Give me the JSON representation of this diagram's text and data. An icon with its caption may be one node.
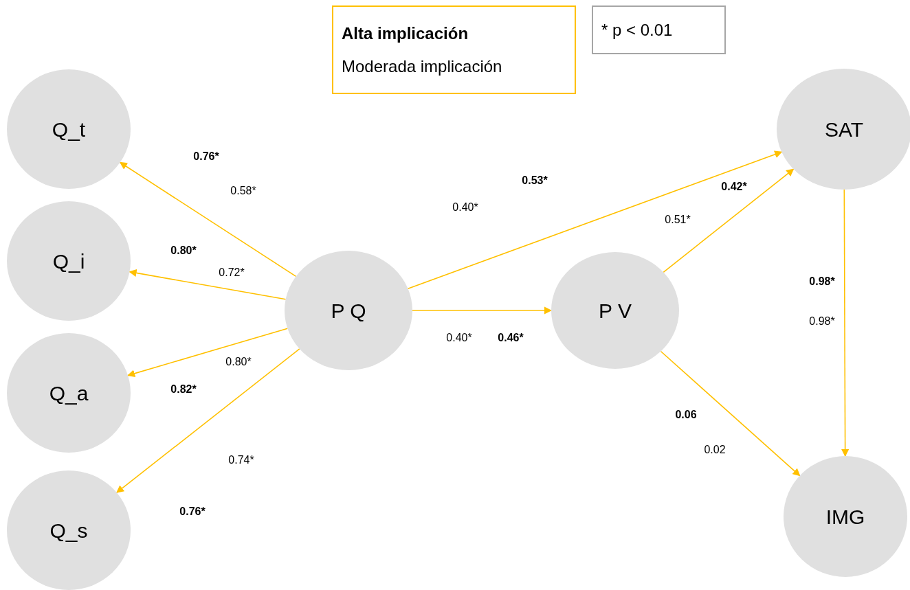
{
  "diagram": {
    "nodes": [
      {
        "text": [
          "Q_t"
        ]
      },
      {
        "text": [
          "Q_i"
        ]
      },
      {
        "text": [
          "Q_a"
        ]
      },
      {
        "text": [
          "Q_s"
        ]
      },
      {
        "text": [
          "P Q"
        ]
      },
      {
        "text": [
          "P V"
        ]
      },
      {
        "text": [
          "SAT"
        ]
      },
      {
        "text": [
          "IMG"
        ]
      },
      {
        "text": [
          "Alta implicación",
          "Moderada implicación"
        ]
      },
      {
        "text": [
          "* p < 0.01"
        ]
      }
    ],
    "edges": [
      {
        "from": 4,
        "to": 0,
        "arrow": "to",
        "label": "0.76*"
      },
      {
        "from": 4,
        "to": 1,
        "arrow": "to",
        "label": "0.80*"
      },
      {
        "from": 4,
        "to": 2,
        "arrow": "to",
        "label": "0.82*"
      },
      {
        "from": 4,
        "to": 3,
        "arrow": "to",
        "label": "0.76*"
      },
      {
        "from": 4,
        "to": 6,
        "arrow": "to",
        "label": "0.53*"
      },
      {
        "from": 4,
        "to": 5,
        "arrow": "to",
        "label": "0.46*"
      },
      {
        "from": 5,
        "to": 6,
        "arrow": "to",
        "label": "0.42*"
      },
      {
        "from": 5,
        "to": 7,
        "arrow": "to",
        "label": "0.06"
      },
      {
        "from": 6,
        "to": 7,
        "arrow": "to",
        "label": "0.98*"
      }
    ],
    "labels": [
      "0.58*",
      "0.72*",
      "0.80*",
      "0.74*",
      "0.40*",
      "0.40*",
      "0.51*",
      "0.02",
      "0.98*"
    ]
  }
}
